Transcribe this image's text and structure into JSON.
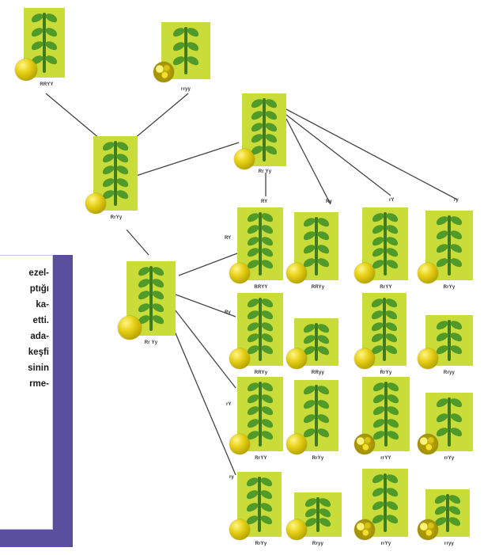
{
  "panel": {
    "lines": [
      "ezel-",
      "ptığı",
      "ka-",
      "etti.",
      "ada-",
      "keşfi",
      "sinin",
      "rme-"
    ]
  },
  "parents": {
    "left_label": "RRYY",
    "right_label": "rryy"
  },
  "f1_label": "RrYy",
  "top_cross_label": "Rr Yy",
  "bottom_cross_label": "Rr Yy",
  "top_gamete_labels": [
    "RY",
    "Ry",
    "rY",
    "ry"
  ],
  "side_gamete_labels": [
    "RY",
    "Ry",
    "rY",
    "ry"
  ],
  "grid_labels": [
    [
      "RRYY",
      "RRYy",
      "RrYY",
      "RrYy"
    ],
    [
      "RRYy",
      "RRyy",
      "RrYy",
      "Rryy"
    ],
    [
      "RrYY",
      "RrYy",
      "rrYY",
      "rrYy"
    ],
    [
      "RrYy",
      "Rryy",
      "rrYy",
      "rryy"
    ]
  ],
  "colors": {
    "plant_box": "#c9dc3a",
    "leaf": "#4f9a28",
    "stem": "#3f7a1e",
    "pea_yellow": "#e8d21a",
    "panel_purple": "#5a4f9f"
  }
}
